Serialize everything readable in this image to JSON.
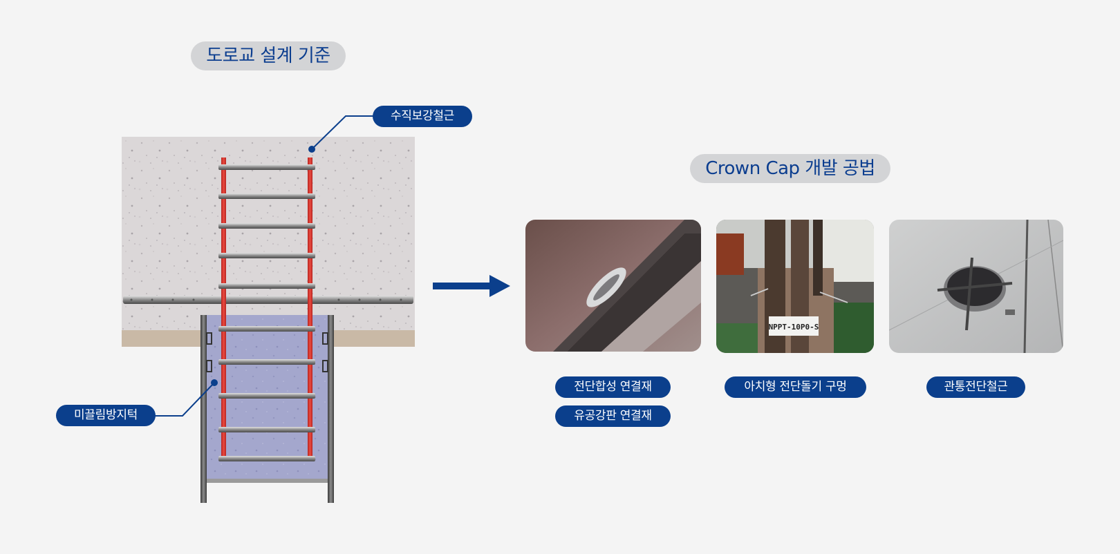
{
  "left_section": {
    "title": "도로교 설계 기준",
    "labels": {
      "vertical_rebar": "수직보강철근",
      "slip_prevention_stud": "미끌림방지턱"
    }
  },
  "right_section": {
    "title": "Crown Cap 개발 공법",
    "photos": [
      {
        "labels": [
          "전단합성 연결재",
          "유공강판 연결재"
        ]
      },
      {
        "labels": [
          "아치형 전단돌기 구멍"
        ],
        "sign_text": "NPPT-10P0-S"
      },
      {
        "labels": [
          "관통전단철근"
        ]
      }
    ]
  },
  "colors": {
    "navy": "#0b3f8c",
    "title_text": "#0b3d8f",
    "title_bg": "#d3d4d6",
    "rebar_red": "#d8302b",
    "background": "#f4f4f4"
  }
}
